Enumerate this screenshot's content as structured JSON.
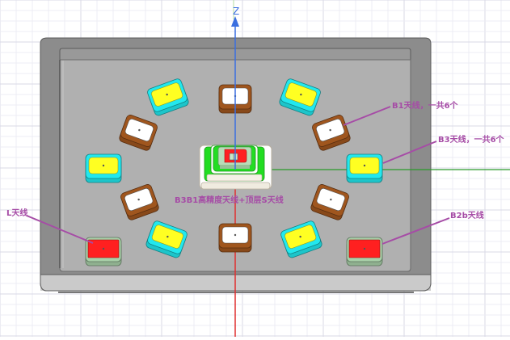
{
  "viewport": {
    "axis_label_z": "Z",
    "colors": {
      "grid_minor": "#ececf4",
      "grid_major": "#d8d8e6",
      "axis_z": "#3b6fe0",
      "axis_x": "#2a9a2a",
      "axis_y": "#e03030",
      "annotation": "#a64ca6"
    }
  },
  "annotations": [
    {
      "id": "b1",
      "text": "B1天线，一共6个"
    },
    {
      "id": "b3",
      "text": "B3天线，一共6个"
    },
    {
      "id": "center",
      "text": "B3B1高精度天线+顶层S天线"
    },
    {
      "id": "l",
      "text": "L天线"
    },
    {
      "id": "b2b",
      "text": "B2b天线"
    }
  ],
  "antennas": {
    "b1_count": 6,
    "b3_count": 6,
    "colors": {
      "b1_top": "#ffffff",
      "b1_rim": "#a0561e",
      "b3_top": "#ffff22",
      "b3_rim": "#22e8ee",
      "l_b2b_top": "#ff2020",
      "l_b2b_rim": "#a8cfa8",
      "center_green": "#22dd22"
    }
  }
}
